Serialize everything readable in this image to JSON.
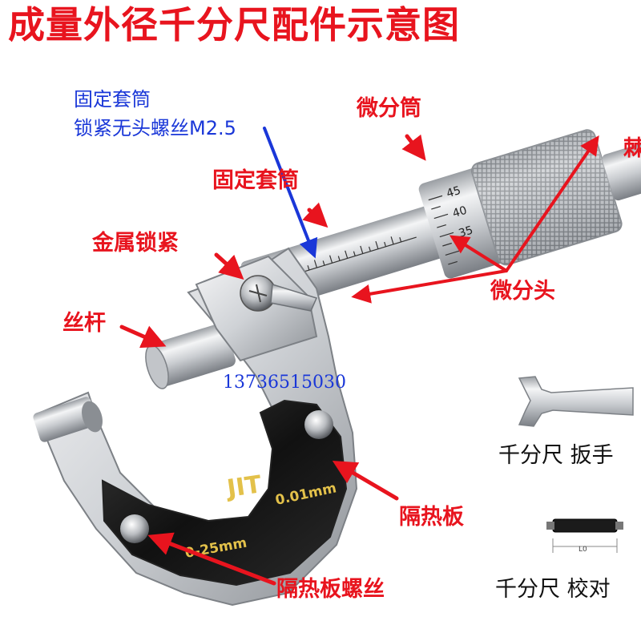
{
  "title": "成量外径千分尺配件示意图",
  "labels": {
    "fixed_sleeve_lock_title": "固定套筒",
    "fixed_sleeve_lock_sub": "锁紧无头螺丝M2.5",
    "thimble": "微分筒",
    "fixed_sleeve": "固定套筒",
    "metal_lock": "金属锁紧",
    "spindle": "丝杆",
    "micro_head": "微分头",
    "ratchet_partial": "棘",
    "insulation_plate": "隔热板",
    "insulation_screw": "隔热板螺丝",
    "phone": "13736515030",
    "wrench": "千分尺  扳手",
    "standard": "千分尺  校对"
  },
  "plate_text": {
    "brand": "JIT",
    "range": "0-25mm",
    "resolution": "0.01mm"
  },
  "scale_numbers": [
    "45",
    "40",
    "35"
  ],
  "gauge_text": {
    "mark": "L0"
  },
  "colors": {
    "label_red": "#e8141e",
    "label_blue": "#1a37d8"
  }
}
